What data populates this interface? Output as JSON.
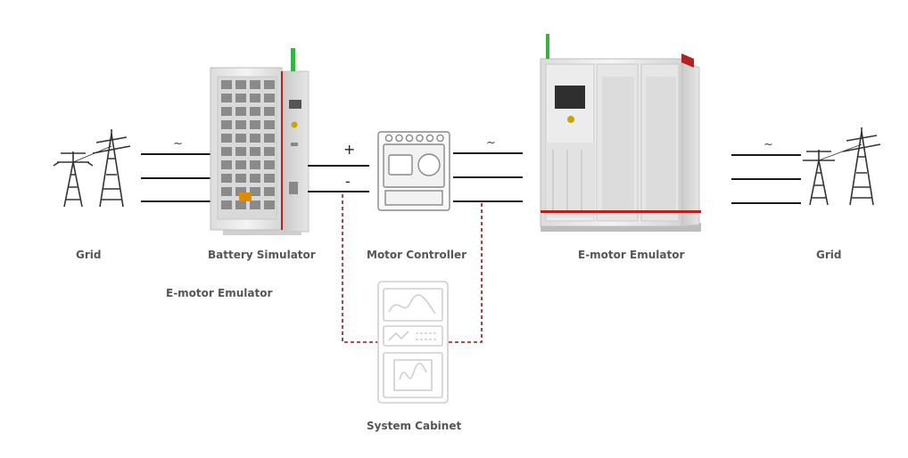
{
  "labels": {
    "grid_left": "Grid",
    "battery_simulator": "Battery Simulator",
    "emotor_emulator_left": "E-motor Emulator",
    "motor_controller": "Motor Controller",
    "emotor_emulator_right": "E-motor Emulator",
    "grid_right": "Grid",
    "system_cabinet": "System Cabinet"
  },
  "symbols": {
    "plus": "+",
    "minus": "-",
    "ac_left": "~",
    "ac_mid": "~",
    "ac_right": "~"
  },
  "colors": {
    "line": "#1a1a1a",
    "signal": "#8b1a1a",
    "cabinet_body": "#e9e9e9",
    "accent_red": "#b22222",
    "beacon_green": "#3cb043"
  },
  "icons": [
    "power-tower-icon",
    "battery-simulator-cabinet",
    "motor-controller-icon",
    "emotor-emulator-cabinet",
    "system-cabinet-icon"
  ]
}
